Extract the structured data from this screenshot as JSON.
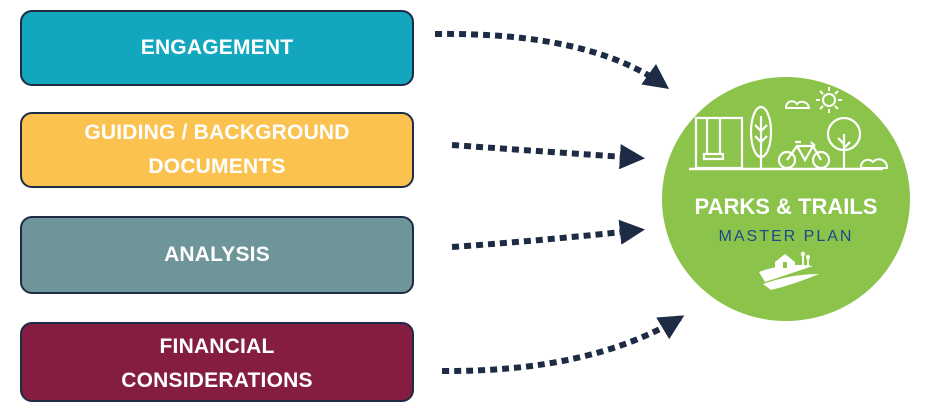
{
  "boxes": [
    {
      "lines": [
        "ENGAGEMENT"
      ],
      "color": "#12a6bf"
    },
    {
      "lines": [
        "GUIDING / BACKGROUND",
        "DOCUMENTS"
      ],
      "color": "#fcc250"
    },
    {
      "lines": [
        "ANALYSIS"
      ],
      "color": "#6e9599"
    },
    {
      "lines": [
        "FINANCIAL",
        "CONSIDERATIONS"
      ],
      "color": "#851d42"
    }
  ],
  "logo": {
    "title": "PARKS & TRAILS",
    "subtitle": "MASTER PLAN",
    "circle_color": "#8cc34b",
    "subtitle_color": "#1a4a8a",
    "icons": [
      "swing-icon",
      "tree-icon",
      "bicycle-icon",
      "cloud-icon",
      "sun-icon",
      "house-field-icon"
    ]
  },
  "arrow_color": "#1d2b44"
}
